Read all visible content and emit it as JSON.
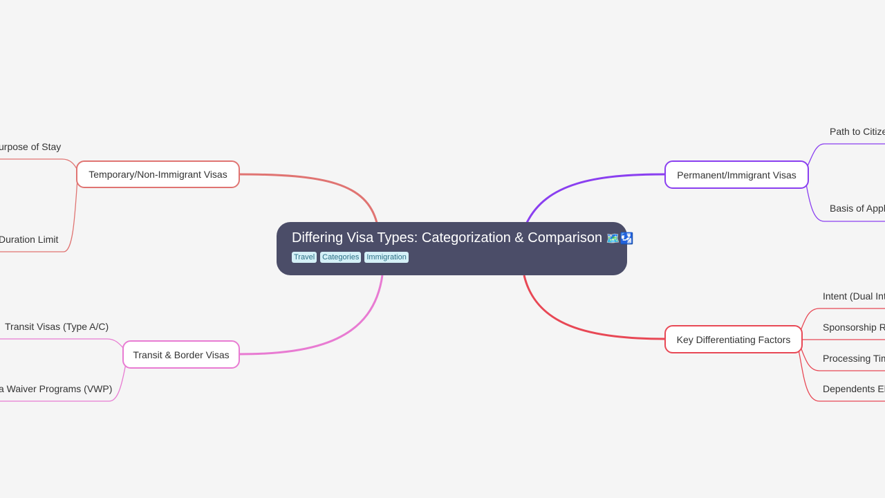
{
  "central": {
    "title": "Differing Visa Types: Categorization & Comparison",
    "emoji": "🗺️🛂",
    "tags": [
      "Travel",
      "Categories",
      "Immigration"
    ]
  },
  "branches": {
    "temporary": {
      "label": "Temporary/Non-Immigrant Visas",
      "color": "#e07472",
      "children": [
        "urpose of Stay",
        "Duration Limit"
      ]
    },
    "transit": {
      "label": "Transit & Border Visas",
      "color": "#e87bd2",
      "children": [
        "Transit Visas (Type A/C)",
        "a Waiver Programs (VWP)"
      ]
    },
    "permanent": {
      "label": "Permanent/Immigrant Visas",
      "color": "#8a3ff0",
      "children": [
        "Path to Citizen",
        "Basis of Appli"
      ]
    },
    "factors": {
      "label": "Key Differentiating Factors",
      "color": "#e84855",
      "children": [
        "Intent (Dual Int",
        "Sponsorship Re",
        "Processing Tim",
        "Dependents Eli"
      ]
    }
  }
}
